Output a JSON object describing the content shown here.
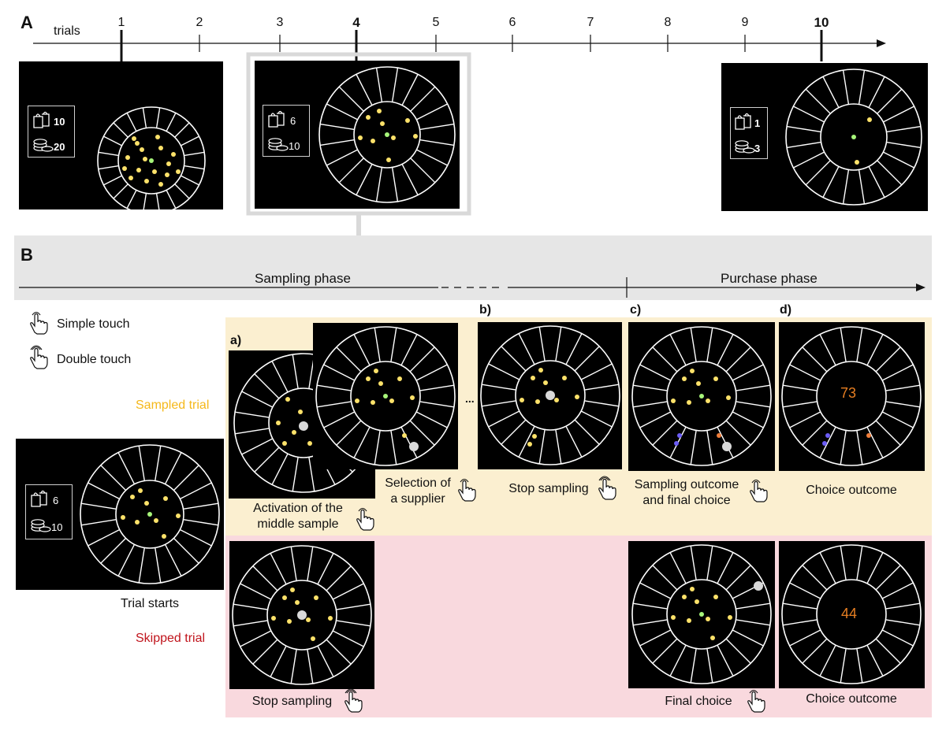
{
  "panel_a": {
    "label": "A",
    "axis_label": "trials",
    "ticks": [
      "1",
      "2",
      "3",
      "4",
      "5",
      "6",
      "7",
      "8",
      "9",
      "10"
    ],
    "screens": [
      {
        "bags": "10",
        "coins": "20"
      },
      {
        "bags": "6",
        "coins": "10"
      },
      {
        "bags": "1",
        "coins": "3"
      }
    ]
  },
  "panel_b": {
    "label": "B",
    "sampling_phase": "Sampling phase",
    "purchase_phase": "Purchase phase",
    "legend": {
      "simple_touch": "Simple touch",
      "double_touch": "Double touch"
    },
    "sampled_trial": "Sampled trial",
    "skipped_trial": "Skipped trial",
    "trial_starts": "Trial starts",
    "start_counter": {
      "bags": "6",
      "coins": "10"
    },
    "step_labels": {
      "a": "a)",
      "b": "b)",
      "c": "c)",
      "d": "d)"
    },
    "ellipsis": "...",
    "captions": {
      "activation_1": "Activation of the",
      "activation_2": "middle sample",
      "selection_1": "Selection of",
      "selection_2": "a supplier",
      "stop_sampling": "Stop sampling",
      "outcome_1": "Sampling outcome",
      "outcome_2": "and final choice",
      "choice_outcome": "Choice outcome",
      "skip_stop": "Stop sampling",
      "final_choice": "Final choice",
      "skip_choice_outcome": "Choice outcome"
    },
    "outcome_values": {
      "sampled": "73",
      "skipped": "44"
    },
    "colors": {
      "sampled_bg": "#fbefd0",
      "skipped_bg": "#f9d9de",
      "sampled_text": "#f5b81a",
      "skipped_text": "#c0141c",
      "outcome_number": "#e67e22",
      "yellow_dot": "#fde26a",
      "green_dot": "#a7f57a",
      "purple_dot": "#6b5cf5",
      "orange_dot": "#ef7d3a"
    }
  }
}
